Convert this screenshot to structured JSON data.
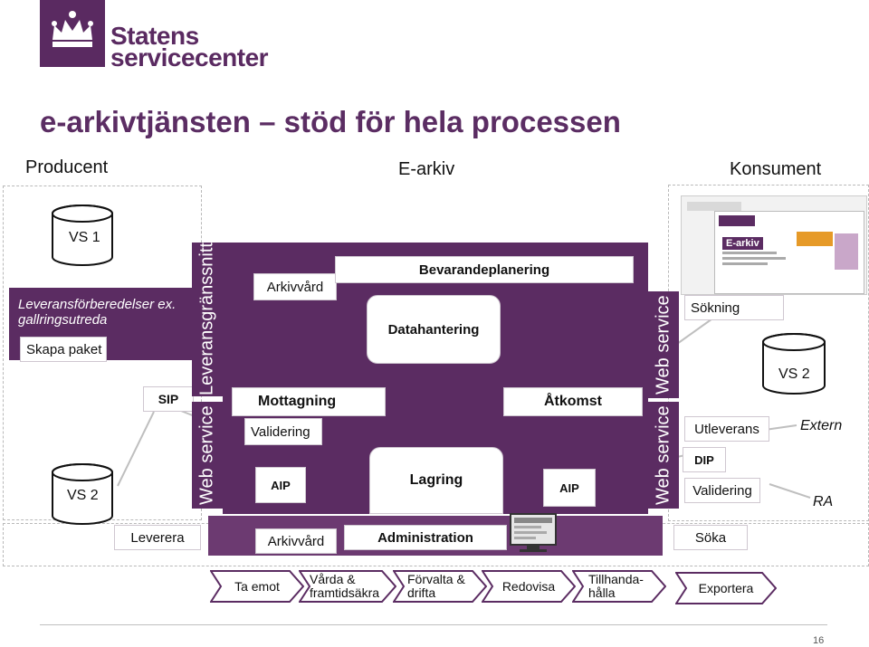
{
  "header": {
    "logo_line1": "Statens",
    "logo_line2": "servicecenter",
    "title": "e-arkivtjänsten – stöd för hela processen"
  },
  "columns": {
    "producer": "Producent",
    "earchive": "E-arkiv",
    "consumer": "Konsument"
  },
  "producer": {
    "vs1": "VS 1",
    "prep": "Leveransförberedelser ex. gallringsutreda",
    "package": "Skapa paket",
    "sip": "SIP",
    "vs2": "VS 2"
  },
  "interfaces": {
    "delivery_interface": "Leveransgränssnitt",
    "ws_left": "Web service",
    "ws_right_top": "Web service",
    "ws_right_bottom": "Web service"
  },
  "core": {
    "arkivvard_top": "Arkivvård",
    "bevarandeplanering": "Bevarandeplanering",
    "datahantering": "Datahantering",
    "mottagning": "Mottagning",
    "atkomst": "Åtkomst",
    "validering": "Validering",
    "aip_left": "AIP",
    "lagring": "Lagring",
    "aip_right": "AIP",
    "arkivvard_bottom": "Arkivvård",
    "administration": "Administration"
  },
  "consumer": {
    "sokning": "Sökning",
    "vs2": "VS 2",
    "utleverans": "Utleverans",
    "extern": "Extern",
    "dip": "DIP",
    "validering": "Validering",
    "ra": "RA",
    "screenshot_title": "E-arkiv"
  },
  "bottom_row": {
    "leverera": "Leverera",
    "soka": "Söka"
  },
  "process": [
    "Ta emot",
    "Vårda & framtidsäkra",
    "Förvalta & drifta",
    "Redovisa",
    "Tillhanda-hålla",
    "Exportera"
  ],
  "page_number": "16",
  "colors": {
    "brand_purple": "#5b2c62",
    "accent_purple": "#6c3a71"
  }
}
